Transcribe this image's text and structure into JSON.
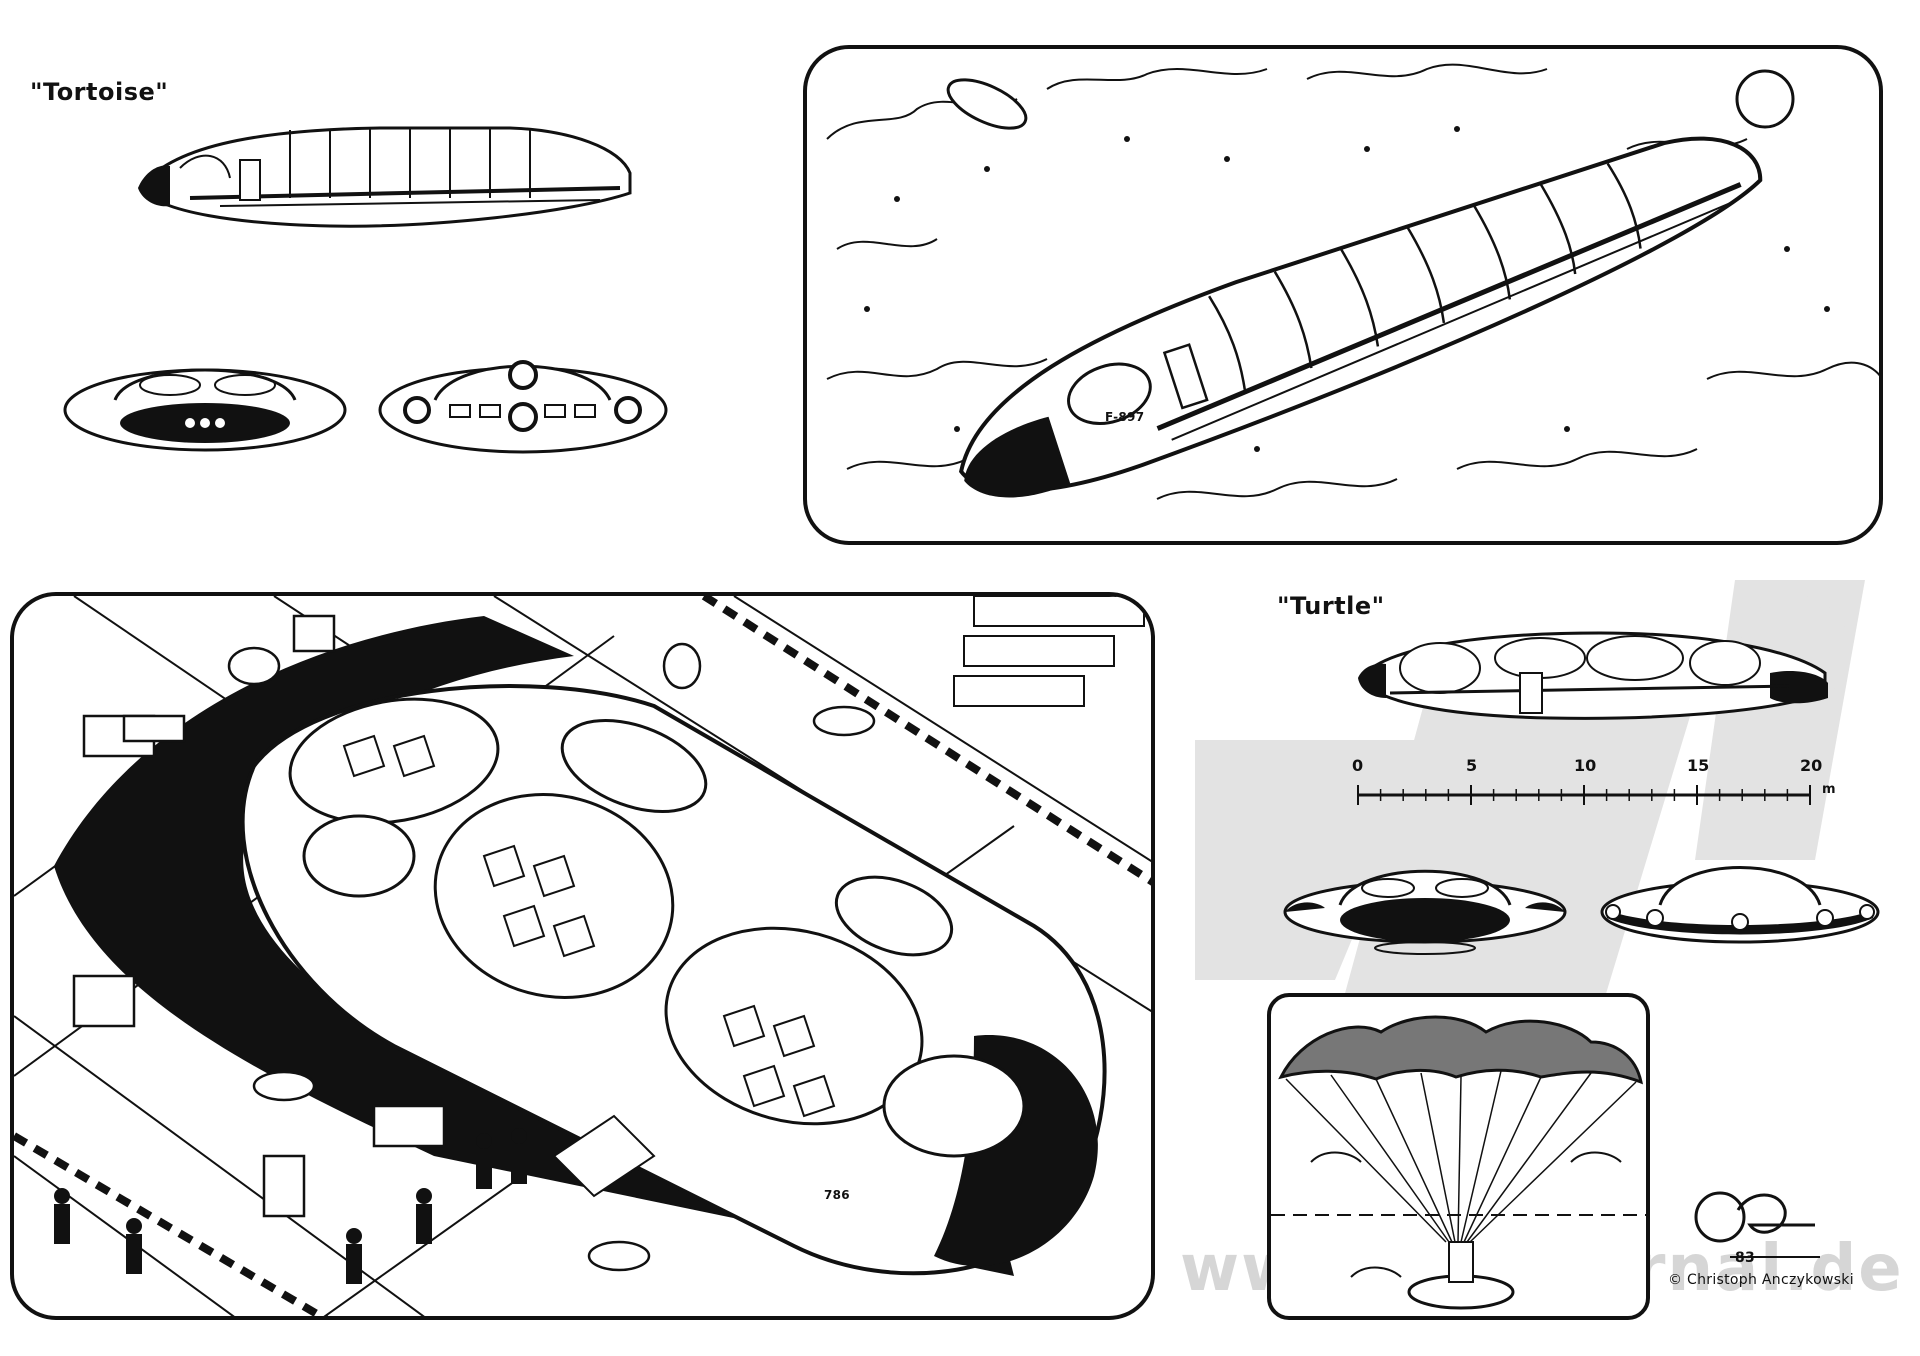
{
  "figure": {
    "tortoise_label": "\"Tortoise\"",
    "turtle_label": "\"Turtle\"",
    "ship_marking_flight": "F-897",
    "ship_marking_hangar": "786",
    "scale": {
      "ticks": [
        "0",
        "5",
        "10",
        "15",
        "20"
      ],
      "unit": "m"
    },
    "signature_year": "83",
    "credit": "© Christoph Anczykowski",
    "watermark_text": "www.mr-journal.de"
  },
  "colors": {
    "ink": "#111111",
    "paper": "#ffffff",
    "watermark": "#d6d6d6",
    "canopy_dots": "#555555"
  },
  "icons": [
    "tortoise-side-view",
    "tortoise-front-view",
    "tortoise-rear-view",
    "turtle-side-view",
    "turtle-front-view",
    "turtle-rear-view",
    "parachute-landing",
    "signature-logo"
  ]
}
